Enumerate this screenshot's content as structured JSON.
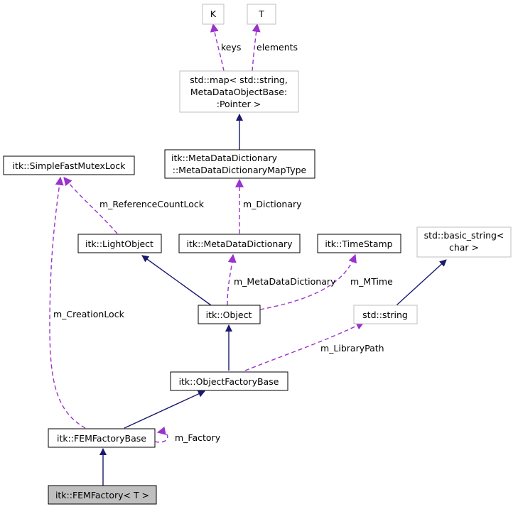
{
  "nodes": {
    "k": {
      "lines": [
        "K"
      ]
    },
    "t": {
      "lines": [
        "T"
      ]
    },
    "std_map": {
      "lines": [
        "std::map< std::string,",
        "MetaDataObjectBase:",
        ":Pointer >"
      ]
    },
    "dict_map_type": {
      "lines": [
        "itk::MetaDataDictionary",
        "::MetaDataDictionaryMapType"
      ]
    },
    "mutex_lock": {
      "lines": [
        "itk::SimpleFastMutexLock"
      ]
    },
    "light_object": {
      "lines": [
        "itk::LightObject"
      ]
    },
    "meta_dict": {
      "lines": [
        "itk::MetaDataDictionary"
      ]
    },
    "time_stamp": {
      "lines": [
        "itk::TimeStamp"
      ]
    },
    "basic_string": {
      "lines": [
        "std::basic_string<",
        "char >"
      ]
    },
    "object": {
      "lines": [
        "itk::Object"
      ]
    },
    "std_string": {
      "lines": [
        "std::string"
      ]
    },
    "object_factory_base": {
      "lines": [
        "itk::ObjectFactoryBase"
      ]
    },
    "fem_factory_base": {
      "lines": [
        "itk::FEMFactoryBase"
      ]
    },
    "fem_factory": {
      "lines": [
        "itk::FEMFactory< T >"
      ]
    }
  },
  "labels": {
    "keys": "keys",
    "elements": "elements",
    "reference_count_lock": "m_ReferenceCountLock",
    "dictionary": "m_Dictionary",
    "meta_data_dictionary": "m_MetaDataDictionary",
    "mtime": "m_MTime",
    "creation_lock": "m_CreationLock",
    "library_path": "m_LibraryPath",
    "factory": "m_Factory"
  },
  "colors": {
    "inheritance_edge": "#191970",
    "association_edge": "#9a32cd",
    "external_node_border": "#bfbfbf",
    "current_node_fill": "#bfbfbf"
  }
}
